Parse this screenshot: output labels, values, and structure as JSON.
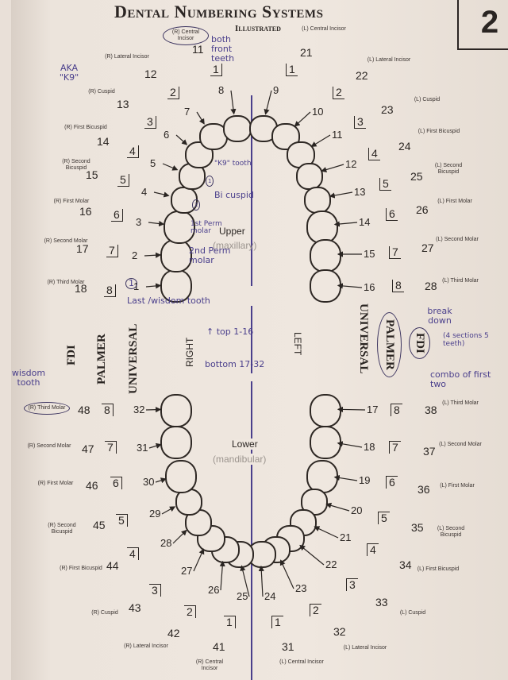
{
  "header": {
    "title": "Dental Numbering Systems",
    "subtitle": "Illustrated",
    "page_number": "2"
  },
  "labels": {
    "upper": "Upper",
    "upper_sub": "(maxillary)",
    "lower": "Lower",
    "lower_sub": "(mandibular)",
    "right": "RIGHT",
    "left": "LEFT",
    "fdi": "FDI",
    "palmer": "PALMER",
    "universal": "UNIVERSAL"
  },
  "teeth": [
    {
      "universal": "1",
      "palmer": "8",
      "fdi": "18",
      "name": "(R) Third Molar"
    },
    {
      "universal": "2",
      "palmer": "7",
      "fdi": "17",
      "name": "(R) Second Molar"
    },
    {
      "universal": "3",
      "palmer": "6",
      "fdi": "16",
      "name": "(R) First Molar"
    },
    {
      "universal": "4",
      "palmer": "5",
      "fdi": "15",
      "name": "(R) Second Bicuspid"
    },
    {
      "universal": "5",
      "palmer": "4",
      "fdi": "14",
      "name": "(R) First Bicuspid"
    },
    {
      "universal": "6",
      "palmer": "3",
      "fdi": "13",
      "name": "(R) Cuspid"
    },
    {
      "universal": "7",
      "palmer": "2",
      "fdi": "12",
      "name": "(R) Lateral Incisor"
    },
    {
      "universal": "8",
      "palmer": "1",
      "fdi": "11",
      "name": "(R) Central Incisor"
    },
    {
      "universal": "9",
      "palmer": "1",
      "fdi": "21",
      "name": "(L) Central Incisor"
    },
    {
      "universal": "10",
      "palmer": "2",
      "fdi": "22",
      "name": "(L) Lateral Incisor"
    },
    {
      "universal": "11",
      "palmer": "3",
      "fdi": "23",
      "name": "(L) Cuspid"
    },
    {
      "universal": "12",
      "palmer": "4",
      "fdi": "24",
      "name": "(L) First Bicuspid"
    },
    {
      "universal": "13",
      "palmer": "5",
      "fdi": "25",
      "name": "(L) Second Bicuspid"
    },
    {
      "universal": "14",
      "palmer": "6",
      "fdi": "26",
      "name": "(L) First Molar"
    },
    {
      "universal": "15",
      "palmer": "7",
      "fdi": "27",
      "name": "(L) Second Molar"
    },
    {
      "universal": "16",
      "palmer": "8",
      "fdi": "28",
      "name": "(L) Third Molar"
    },
    {
      "universal": "17",
      "palmer": "8",
      "fdi": "38",
      "name": "(L) Third Molar"
    },
    {
      "universal": "18",
      "palmer": "7",
      "fdi": "37",
      "name": "(L) Second Molar"
    },
    {
      "universal": "19",
      "palmer": "6",
      "fdi": "36",
      "name": "(L) First Molar"
    },
    {
      "universal": "20",
      "palmer": "5",
      "fdi": "35",
      "name": "(L) Second Bicuspid"
    },
    {
      "universal": "21",
      "palmer": "4",
      "fdi": "34",
      "name": "(L) First Bicuspid"
    },
    {
      "universal": "22",
      "palmer": "3",
      "fdi": "33",
      "name": "(L) Cuspid"
    },
    {
      "universal": "23",
      "palmer": "2",
      "fdi": "32",
      "name": "(L) Lateral Incisor"
    },
    {
      "universal": "24",
      "palmer": "1",
      "fdi": "31",
      "name": "(L) Central Incisor"
    },
    {
      "universal": "25",
      "palmer": "1",
      "fdi": "41",
      "name": "(R) Central Incisor"
    },
    {
      "universal": "26",
      "palmer": "2",
      "fdi": "42",
      "name": "(R) Lateral Incisor"
    },
    {
      "universal": "27",
      "palmer": "3",
      "fdi": "43",
      "name": "(R) Cuspid"
    },
    {
      "universal": "28",
      "palmer": "4",
      "fdi": "44",
      "name": "(R) First Bicuspid"
    },
    {
      "universal": "29",
      "palmer": "5",
      "fdi": "45",
      "name": "(R) Second Bicuspid"
    },
    {
      "universal": "30",
      "palmer": "6",
      "fdi": "46",
      "name": "(R) First Molar"
    },
    {
      "universal": "31",
      "palmer": "7",
      "fdi": "47",
      "name": "(R) Second Molar"
    },
    {
      "universal": "32",
      "palmer": "8",
      "fdi": "48",
      "name": "(R) Third Molar"
    }
  ],
  "notes": {
    "both_front": "both front teeth",
    "aka": "AKA \"K9\"",
    "k9_tooth": "\"K9\" tooth",
    "bicuspid": "Bi cuspid",
    "circ1": "1",
    "circ2": "2",
    "circ_last": "1",
    "first_molar": "1st Perm molar",
    "second_molar": "2nd Perm molar",
    "wisdom_last": "Last /wisdom tooth",
    "top": "↑ top 1-16",
    "bottom": "bottom 17-32",
    "wisdom_left": "wisdom tooth",
    "break_down": "break down",
    "sections": "(4 sections 5 teeth)",
    "combo": "combo of first two"
  }
}
